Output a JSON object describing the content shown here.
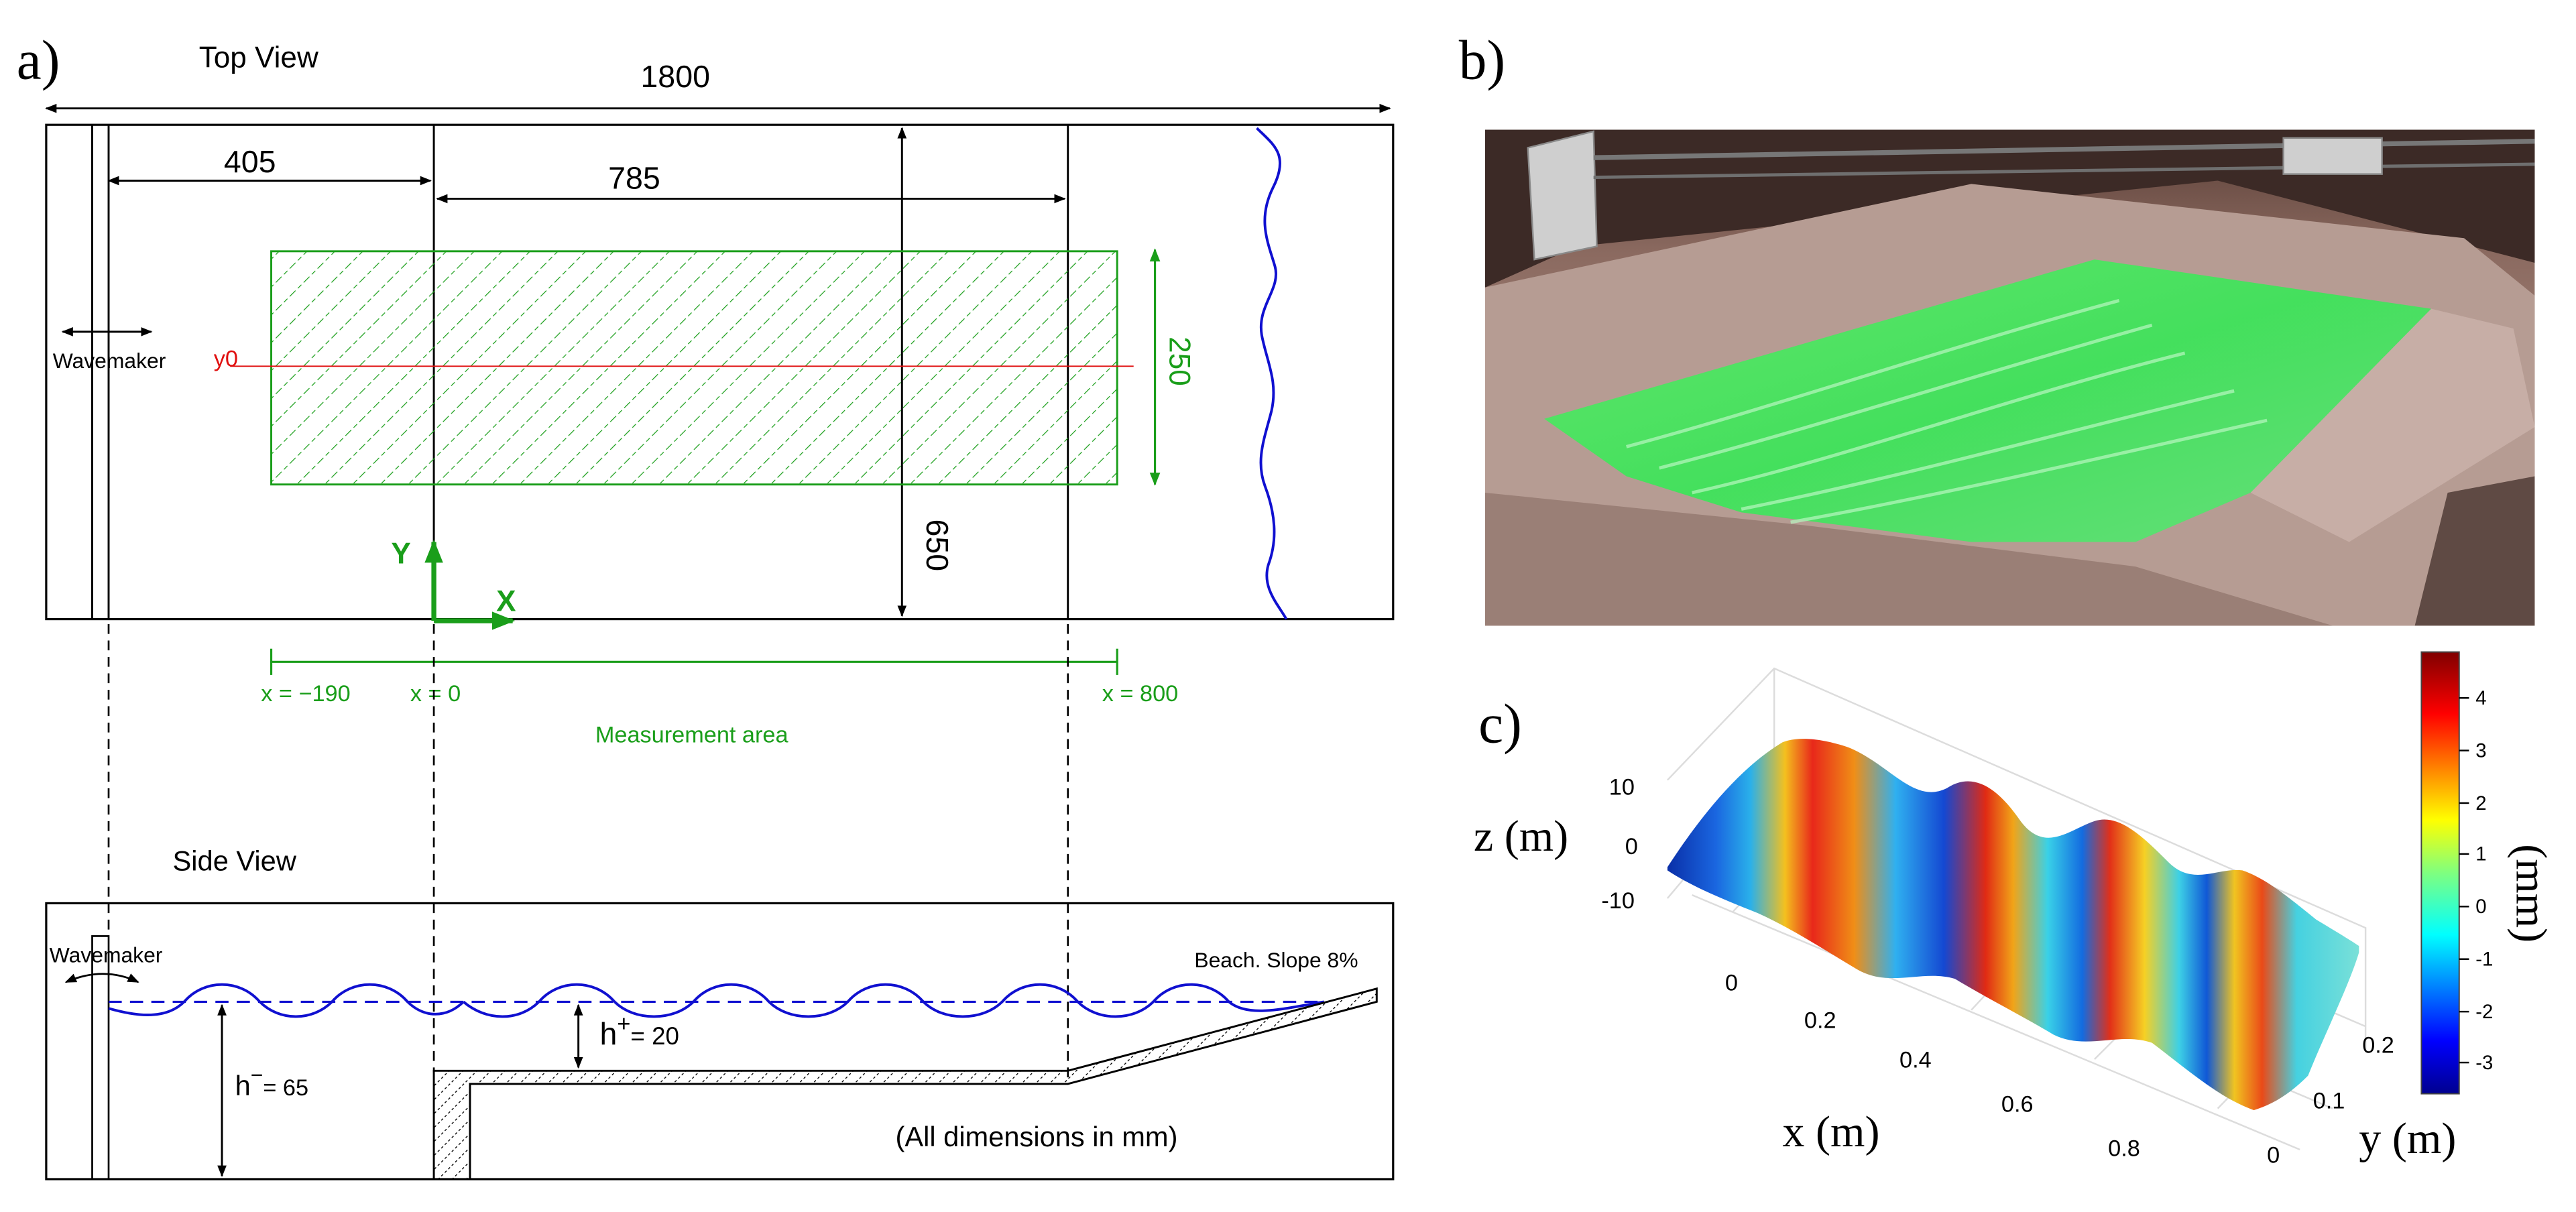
{
  "panel_a": {
    "label": "a)",
    "top_view": {
      "title": "Top View",
      "dim_total": "1800",
      "dim_405": "405",
      "dim_785": "785",
      "dim_650": "650",
      "dim_250": "250",
      "wavemaker": "Wavemaker",
      "y0": "y0",
      "axis_x": "X",
      "axis_y": "Y",
      "x_min_label": "x = −190",
      "x_zero_label": "x = 0",
      "x_max_label": "x = 800",
      "measurement_area": "Measurement area"
    },
    "side_view": {
      "title": "Side View",
      "wavemaker": "Wavemaker",
      "beach": "Beach. Slope 8%",
      "h_plus_base": "h",
      "h_plus_sup": "+",
      "h_plus_value": "= 20",
      "h_minus_base": "h",
      "h_minus_sup": "−",
      "h_minus_value": "= 65",
      "note": "(All dimensions in mm)"
    }
  },
  "panel_b": {
    "label": "b)"
  },
  "panel_c": {
    "label": "c)",
    "z_label": "z (m)",
    "x_label": "x (m)",
    "y_label": "y (m)",
    "z_ticks": [
      "10",
      "0",
      "-10"
    ],
    "x_ticks": [
      "0",
      "0.2",
      "0.4",
      "0.6",
      "0.8"
    ],
    "y_ticks": [
      "0.2",
      "0.1",
      "0"
    ],
    "colorbar_label": "(mm)",
    "colorbar_ticks": [
      "4",
      "3",
      "2",
      "1",
      "0",
      "-1",
      "-2",
      "-3"
    ]
  },
  "colors": {
    "measurement_green": "#1a9e1a",
    "wave_blue": "#1010d0",
    "y0_red": "#e01010"
  }
}
